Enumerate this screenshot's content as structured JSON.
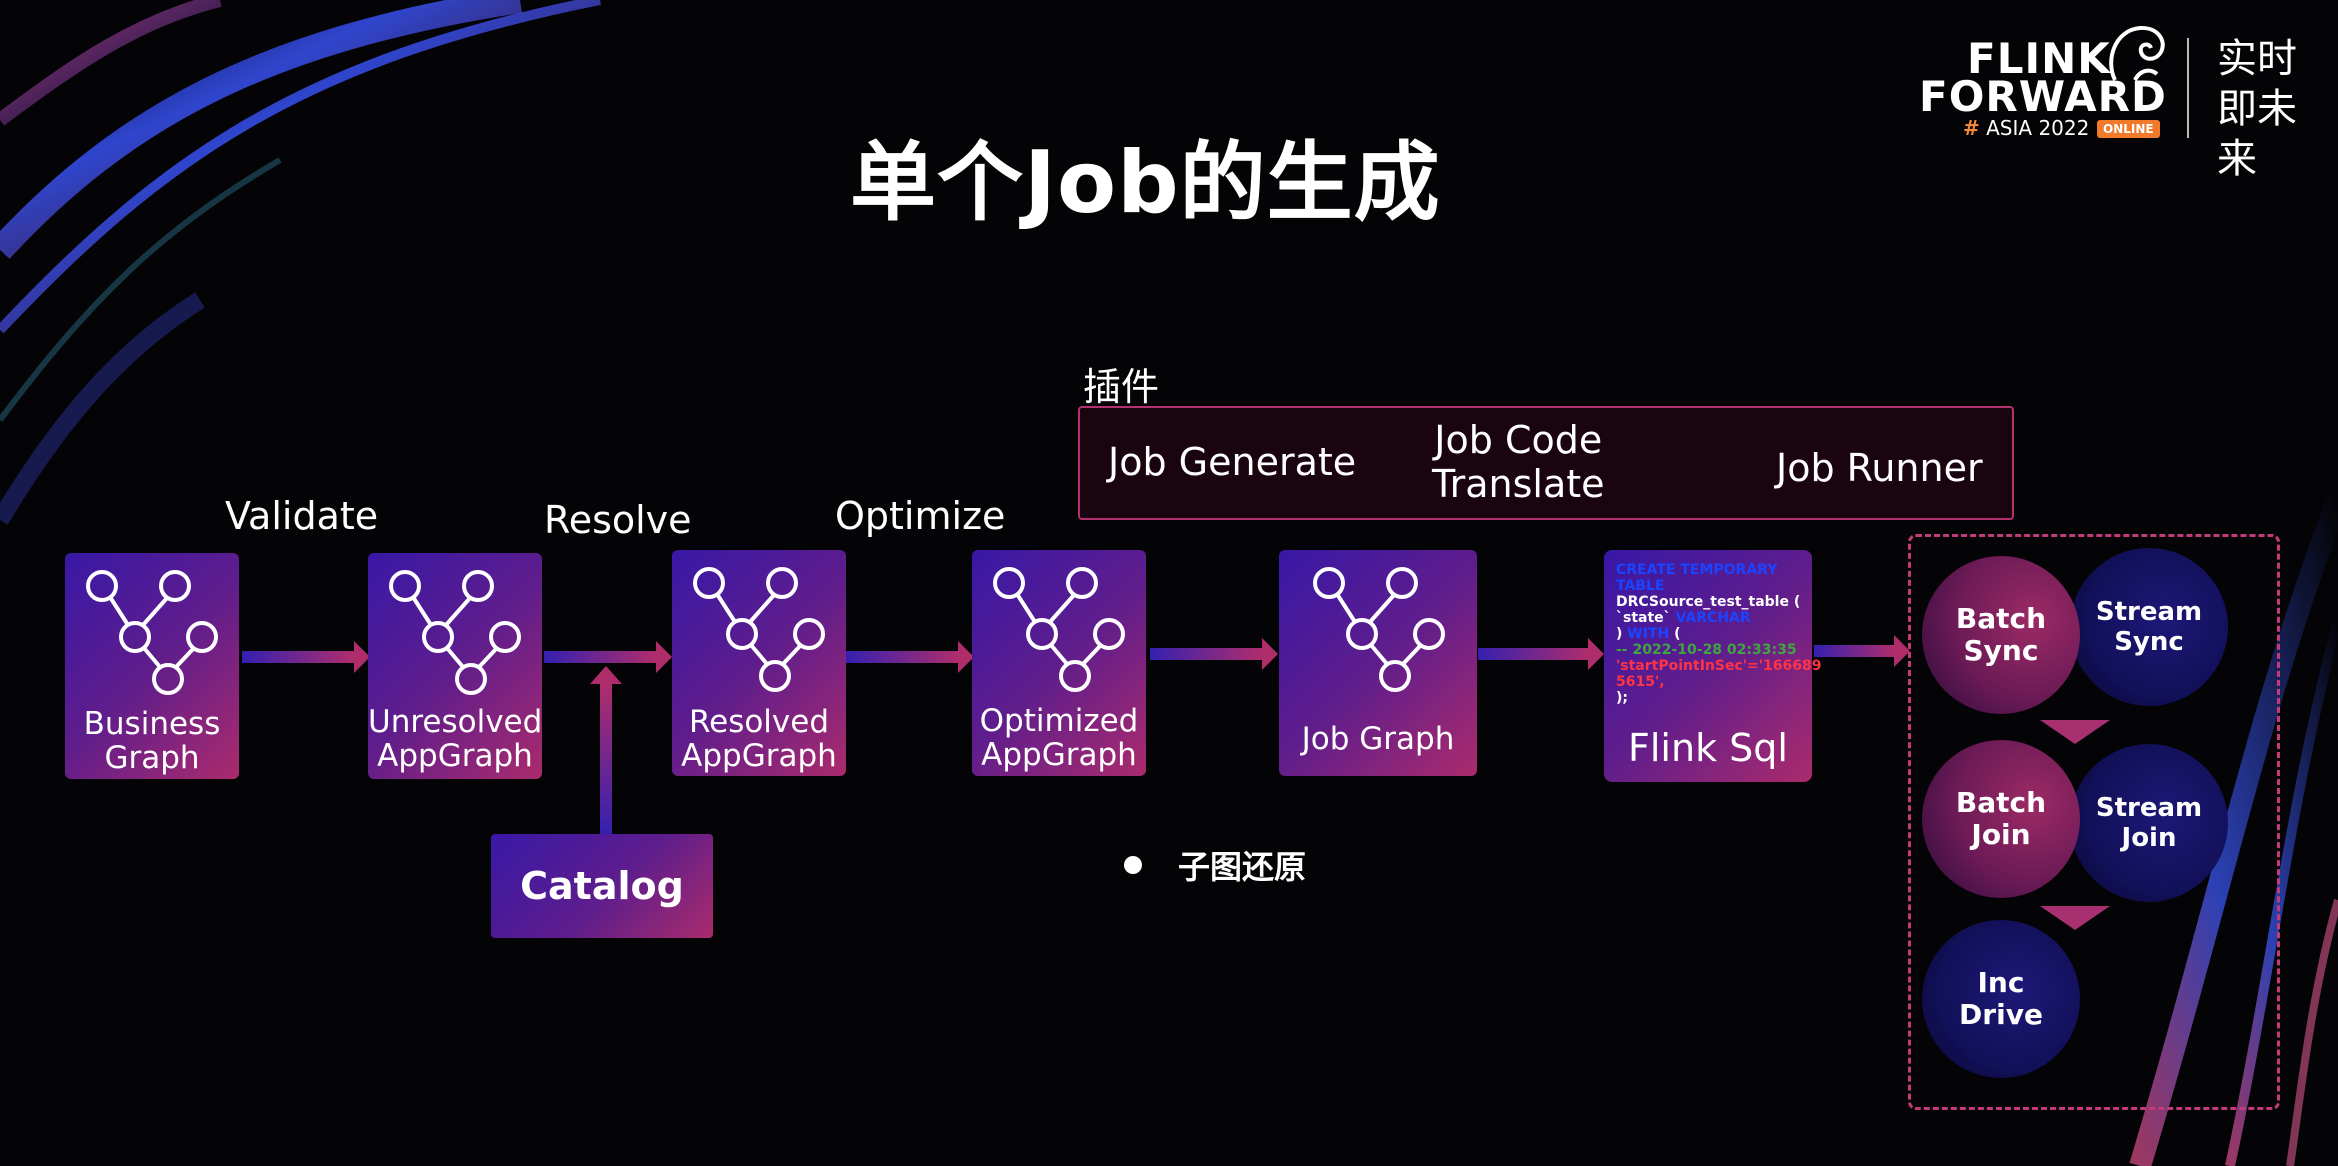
{
  "title": "单个Job的生成",
  "logo": {
    "line1": "FLINK",
    "line2": "FORWARD",
    "hash": "#",
    "event": "ASIA 2022",
    "badge": "ONLINE",
    "slogan": "实时即未来"
  },
  "plugin": {
    "label": "插件",
    "items": [
      "Job Generate",
      "Job Code\nTranslate",
      "Job Runner"
    ]
  },
  "steps": [
    "Validate",
    "Resolve",
    "Optimize"
  ],
  "nodes": {
    "business_graph": "Business\nGraph",
    "unresolved_appgraph": "Unresolved\nAppGraph",
    "resolved_appgraph": "Resolved\nAppGraph",
    "optimized_appgraph": "Optimized\nAppGraph",
    "job_graph": "Job Graph",
    "flink_sql": "Flink Sql",
    "catalog": "Catalog"
  },
  "code": {
    "l1": "CREATE TEMPORARY",
    "l2": "TABLE",
    "l3": "DRCSource_test_table (",
    "l4a": "`state` ",
    "l4b": "VARCHAR",
    "l5a": ") ",
    "l5b": "WITH",
    "l5c": " (",
    "l6": "-- 2022-10-28 02:33:35",
    "l7a": "'startPointInSec'",
    "l7b": "='166689",
    "l8": "5615',",
    "l9": ");"
  },
  "bullet": "子图还原",
  "runners": {
    "batch_sync": "Batch\nSync",
    "stream_sync": "Stream\nSync",
    "batch_join": "Batch\nJoin",
    "stream_join": "Stream\nJoin",
    "inc_drive": "Inc\nDrive"
  },
  "colors": {
    "node_grad_start": "#3818a6",
    "node_grad_end": "#ab2b6c",
    "plugin_border": "#b5306f",
    "dashed_border": "#c23a7a",
    "accent_orange": "#f07a2a"
  }
}
